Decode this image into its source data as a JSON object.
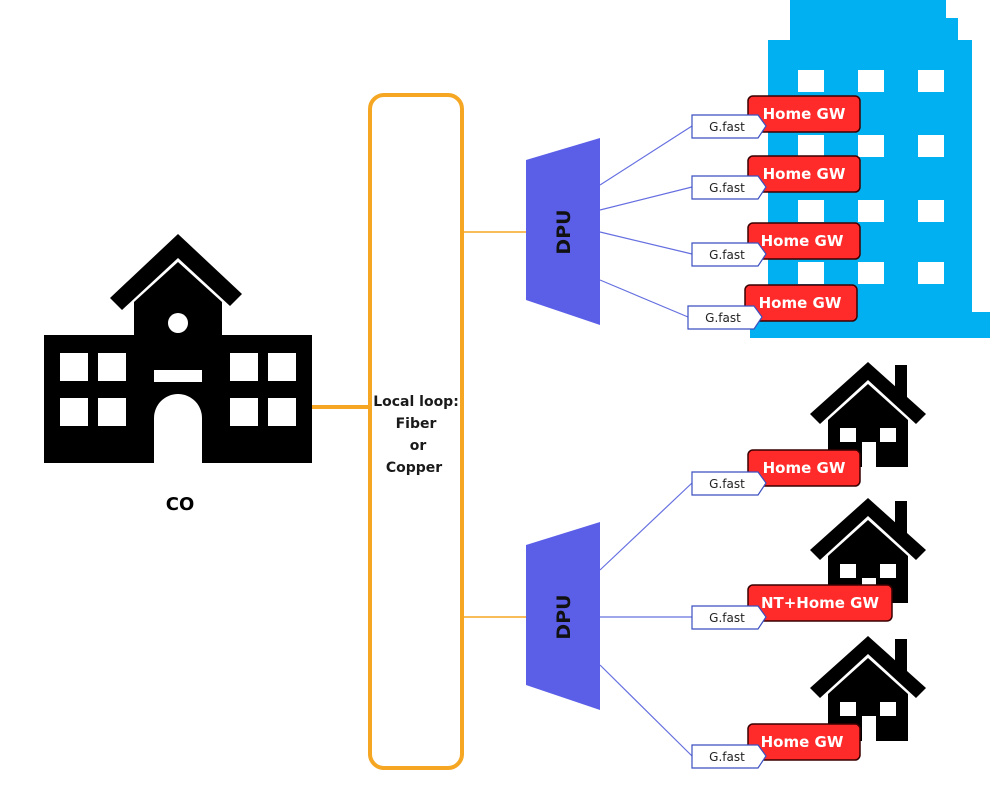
{
  "co": {
    "label": "CO"
  },
  "local_loop": {
    "line1": "Local loop:",
    "line2": "Fiber",
    "line3": "or",
    "line4": "Copper"
  },
  "dpu_top": {
    "label": "DPU"
  },
  "dpu_bottom": {
    "label": "DPU"
  },
  "top_links": [
    {
      "link": "G.fast",
      "gateway": "Home GW"
    },
    {
      "link": "G.fast",
      "gateway": "Home GW"
    },
    {
      "link": "G.fast",
      "gateway": "Home GW"
    },
    {
      "link": "G.fast",
      "gateway": "Home GW"
    }
  ],
  "bottom_links": [
    {
      "link": "G.fast",
      "gateway": "Home GW"
    },
    {
      "link": "G.fast",
      "gateway": "NT+Home GW"
    },
    {
      "link": "G.fast",
      "gateway": "Home GW"
    }
  ],
  "colors": {
    "building": "#00b0f0",
    "dpu": "#5b5fe8",
    "loop": "#f5a623",
    "gateway": "#ff2a2a",
    "connector": "#6670e0",
    "icon": "#000000"
  },
  "icons": {
    "central_office": "school-building-icon",
    "apartment": "apartment-building-icon",
    "house": "house-icon"
  }
}
